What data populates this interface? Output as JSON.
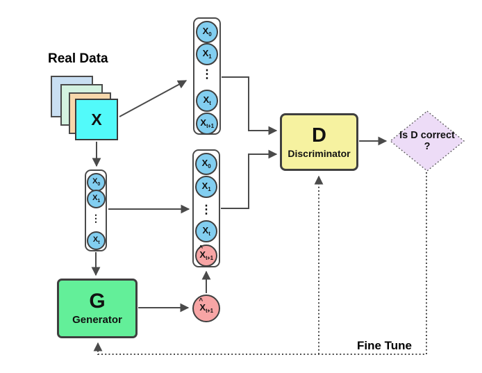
{
  "labels": {
    "real_data": "Real Data",
    "x_block": "X",
    "fine_tune": "Fine Tune"
  },
  "generator": {
    "letter": "G",
    "name": "Generator"
  },
  "discriminator": {
    "letter": "D",
    "name": "Discriminator"
  },
  "decision_diamond": {
    "question": "Is D correct",
    "mark": "?"
  },
  "sequences": {
    "real_full": {
      "items": [
        {
          "base": "X",
          "sub": "0"
        },
        {
          "base": "X",
          "sub": "1"
        },
        {
          "dots": "⋮"
        },
        {
          "base": "X",
          "sub": "t"
        },
        {
          "base": "X",
          "sub": "t+1"
        }
      ]
    },
    "real_window": {
      "items": [
        {
          "base": "X",
          "sub": "0"
        },
        {
          "base": "X",
          "sub": "1"
        },
        {
          "dots": "⋮"
        },
        {
          "base": "X",
          "sub": "t"
        }
      ]
    },
    "mixed": {
      "items": [
        {
          "base": "X",
          "sub": "0"
        },
        {
          "base": "X",
          "sub": "1"
        },
        {
          "dots": "⋮"
        },
        {
          "base": "X",
          "sub": "t"
        },
        {
          "hat": "^",
          "base": "X",
          "sub": "t+1"
        }
      ]
    }
  },
  "generated_sample": {
    "hat": "^",
    "base": "X",
    "sub": "t+1"
  },
  "colors": {
    "blue_node": "#82cef0",
    "pink_node": "#f7a5a5",
    "cyan_block": "#52fafa",
    "stack_blue": "#c9dff2",
    "stack_mint": "#d4f2e0",
    "stack_peach": "#f7d7ab",
    "generator_green": "#63ef99",
    "discriminator_yellow": "#f6f2a0",
    "diamond_lavender": "#eddcf7",
    "line": "#4a4a4a"
  }
}
